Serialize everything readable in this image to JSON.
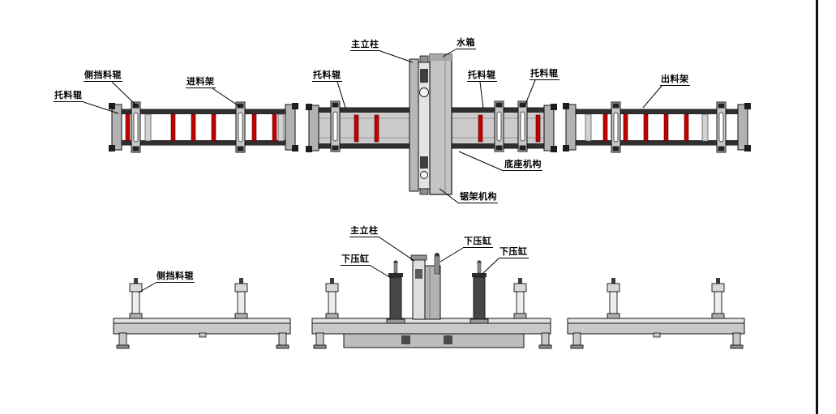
{
  "labels": {
    "support_roller_1": "托料辊",
    "side_guard_roller_top": "侧挡料辊",
    "feed_rack": "进料架",
    "support_roller_2": "托料辊",
    "main_column_top": "主立柱",
    "water_tank": "水箱",
    "support_roller_3": "托料辊",
    "support_roller_4": "托料辊",
    "discharge_rack": "出料架",
    "base_mechanism": "底座机构",
    "saw_frame_mechanism": "锯架机构",
    "side_guard_roller_bottom": "侧挡料辊",
    "main_column_bottom": "主立柱",
    "down_press_cylinder_1": "下压缸",
    "down_press_cylinder_2": "下压缸",
    "down_press_cylinder_3": "下压缸"
  },
  "colors": {
    "roller_red": "#c00000",
    "outline": "#111111",
    "metal_gray": "#c9c9c9",
    "dark_part": "#3f3f3f"
  }
}
